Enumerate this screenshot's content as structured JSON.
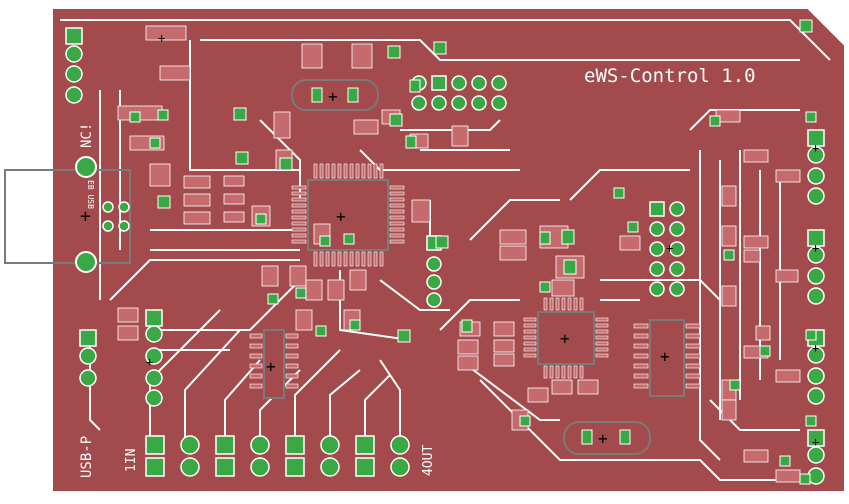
{
  "board": {
    "title": "eWS-Control 1.0",
    "labels": {
      "nc": "NC!",
      "usb": "USB-P",
      "in": "1IN",
      "out": "4OUT"
    },
    "colors": {
      "copper": "#a24a4c",
      "copper_edge": "#c56b6d",
      "pad": "#3aa845",
      "pad_hole": "#ffffff",
      "silk": "#ffffff",
      "outline": "#7a7a7a",
      "background": "#ffffff",
      "trace_gap": "#ffffff"
    }
  }
}
